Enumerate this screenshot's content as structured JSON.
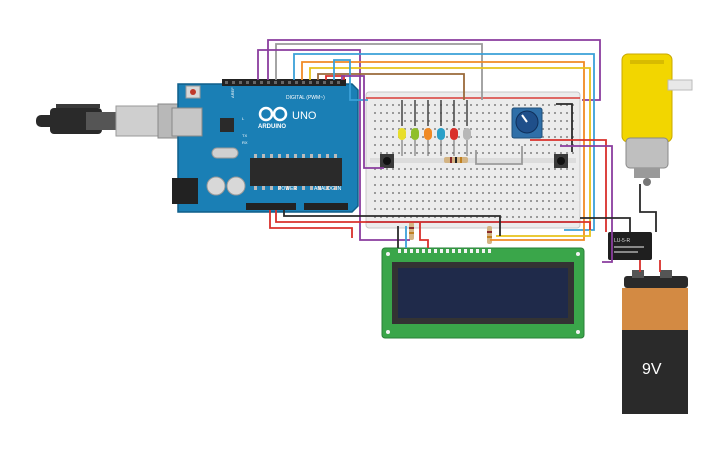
{
  "arduino": {
    "brand": "ARDUINO",
    "model": "UNO",
    "digital_label": "DIGITAL (PWM~)",
    "power_label": "POWER",
    "analog_label": "ANALOG IN",
    "tx_label": "TX",
    "rx_label": "RX",
    "l_label": "L",
    "aref_label": "AREF"
  },
  "battery": {
    "voltage_label": "9V"
  },
  "relay": {
    "label": "LU-5-R"
  },
  "lcd": {
    "screen_color": "#1f2a4a"
  },
  "leds": [
    {
      "color": "#e8de2a"
    },
    {
      "color": "#8fbf2a"
    },
    {
      "color": "#f08a24"
    },
    {
      "color": "#2aa0c8"
    },
    {
      "color": "#d9302b"
    },
    {
      "color": "#b7b7b7"
    }
  ],
  "wire_colors": {
    "purple": "#8a3d9e",
    "red": "#d9302b",
    "black": "#2a2a2a",
    "orange": "#f08a24",
    "yellow": "#e8c21a",
    "blue": "#3aa0d8",
    "brown": "#9a6a3a",
    "gray": "#9a9a9a"
  }
}
